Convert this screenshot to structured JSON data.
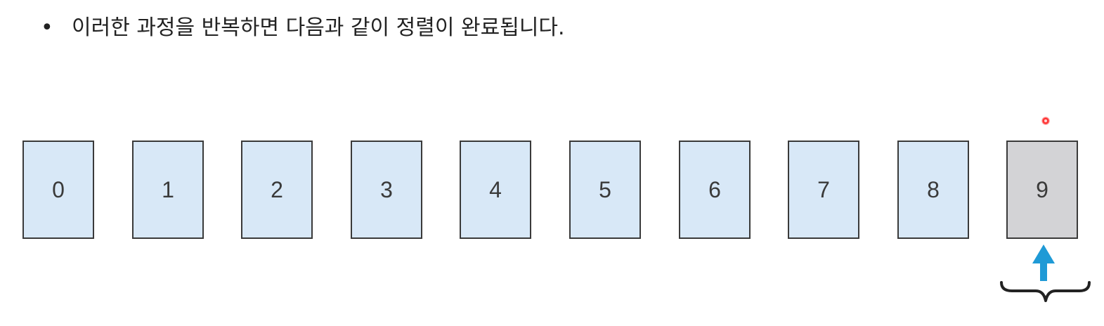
{
  "heading": {
    "bullet": "•",
    "text": "이러한 과정을 반복하면 다음과 같이 정렬이 완료됩니다."
  },
  "cards": [
    {
      "label": "0",
      "state": "default"
    },
    {
      "label": "1",
      "state": "default"
    },
    {
      "label": "2",
      "state": "default"
    },
    {
      "label": "3",
      "state": "default"
    },
    {
      "label": "4",
      "state": "default"
    },
    {
      "label": "5",
      "state": "default"
    },
    {
      "label": "6",
      "state": "default"
    },
    {
      "label": "7",
      "state": "default"
    },
    {
      "label": "8",
      "state": "default"
    },
    {
      "label": "9",
      "state": "sorted"
    }
  ],
  "colors": {
    "card_fill": "#d8e8f7",
    "card_sorted_fill": "#d3d3d6",
    "card_border": "#3a3a3a",
    "arrow": "#1f9ad6",
    "brace": "#222222",
    "cursor": "#ff2d2d"
  },
  "pointer": {
    "icon": "up-arrow-icon",
    "brace_icon": "curly-brace-icon",
    "target_card_index": 9
  }
}
